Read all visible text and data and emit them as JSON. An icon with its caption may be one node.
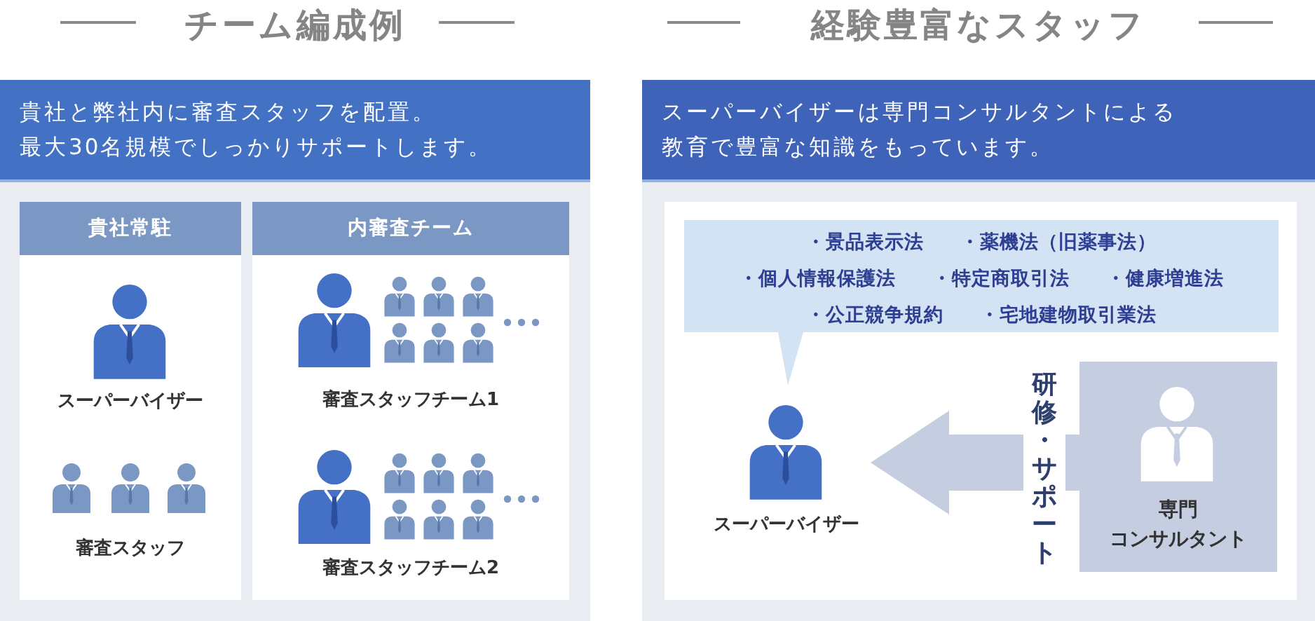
{
  "diagram": {
    "nodes": [
      {
        "text": [
          "チーム編成例",
          "貴社と弊社内に審査スタッフを配置。最大30名規模でしっかりサポートします。"
        ]
      },
      {
        "text": [
          "貴社常駐",
          "スーパーバイザー",
          "審査スタッフ"
        ],
        "in": 0
      },
      {
        "text": [
          "内審査チーム",
          "審査スタッフチーム1",
          "審査スタッフチーム2"
        ],
        "in": 0
      },
      {
        "text": [
          "経験豊富なスタッフ",
          "スーパーバイザーは専門コンサルタントによる教育で豊富な知識をもっています。"
        ]
      },
      {
        "text": [
          "・景品表示法",
          "・薬機法（旧薬事法）",
          "・個人情報保護法",
          "・特定商取引法",
          "・健康増進法",
          "・公正競争規約",
          "・宅地建物取引業法"
        ],
        "in": 3
      },
      {
        "text": [
          "スーパーバイザー"
        ],
        "in": 3
      },
      {
        "text": [
          "専門コンサルタント"
        ],
        "in": 3
      }
    ],
    "edges": [
      {
        "from": 6,
        "to": 5,
        "arrow": "to",
        "label": "研修・サポート"
      }
    ]
  }
}
